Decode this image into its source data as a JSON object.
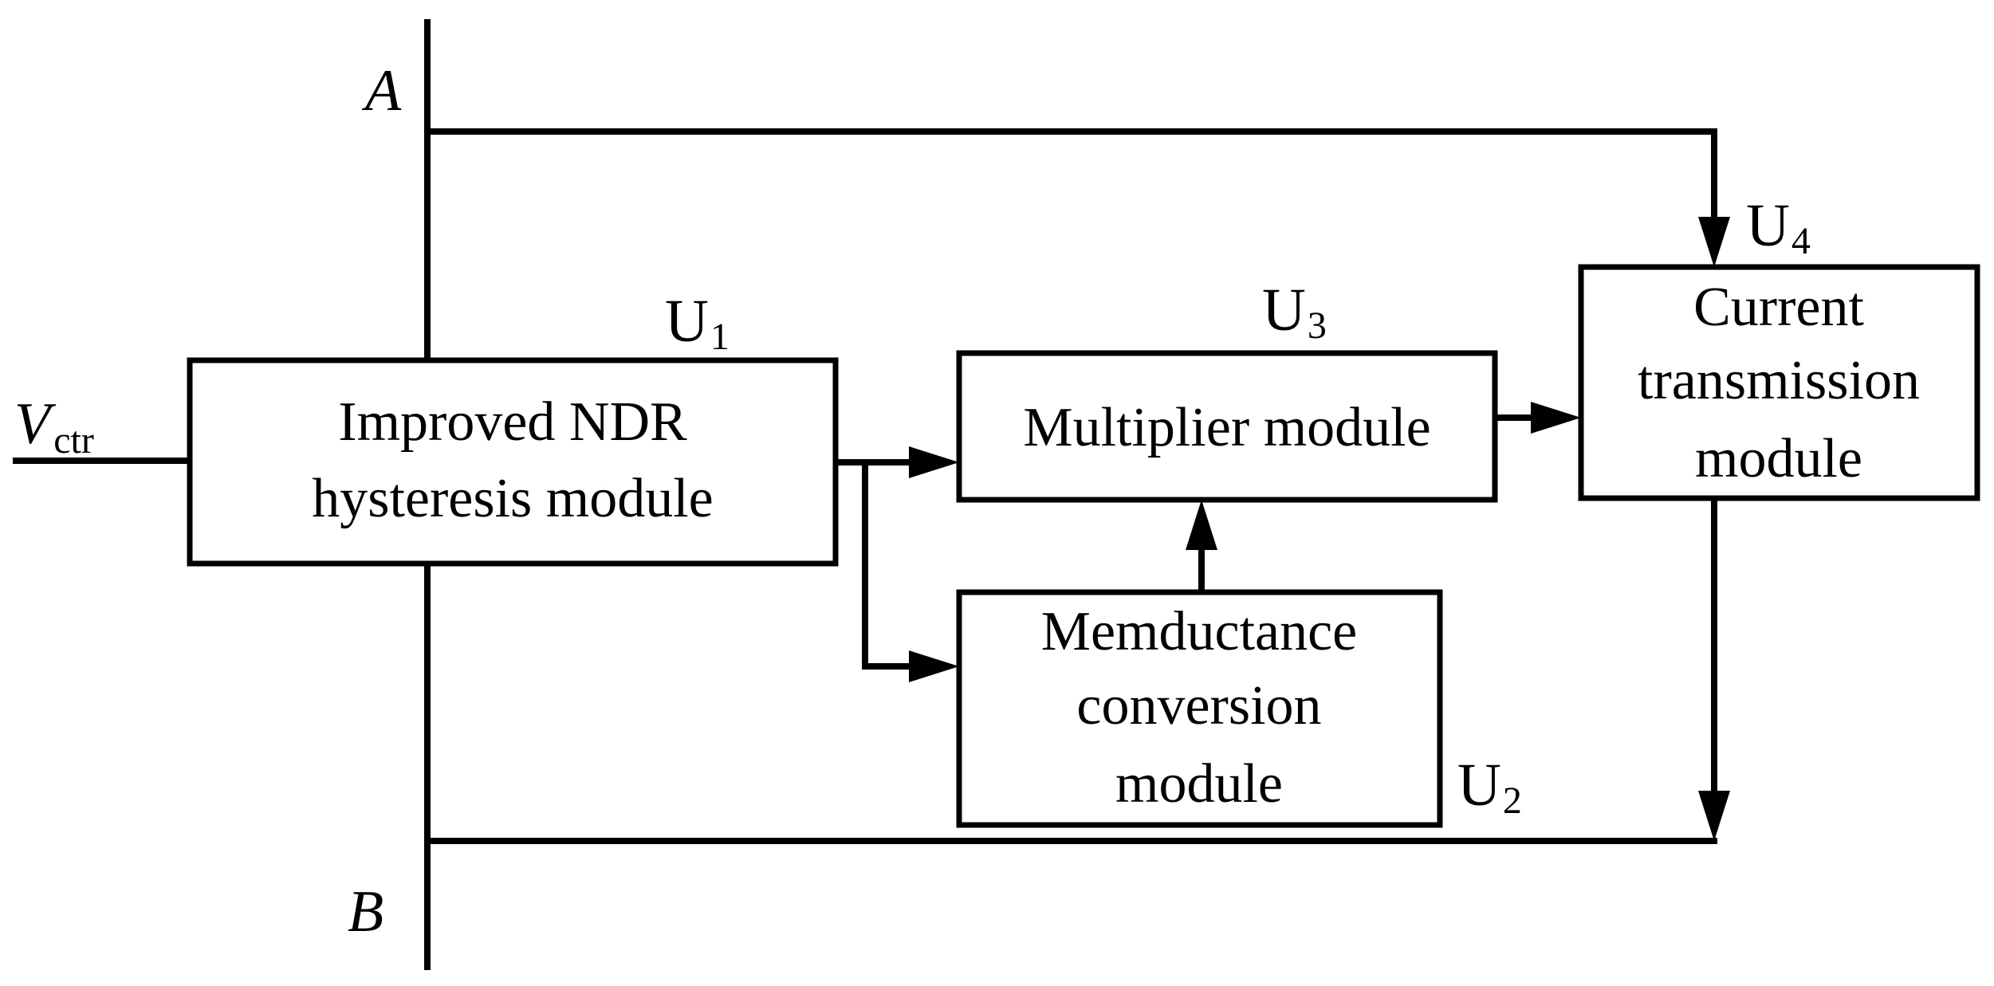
{
  "terminals": {
    "a": "A",
    "b": "B",
    "vctr": "V",
    "vctr_sub": "ctr"
  },
  "units": {
    "u1": {
      "letter": "U",
      "sub": "1"
    },
    "u2": {
      "letter": "U",
      "sub": "2"
    },
    "u3": {
      "letter": "U",
      "sub": "3"
    },
    "u4": {
      "letter": "U",
      "sub": "4"
    }
  },
  "blocks": {
    "ndr": [
      "Improved NDR",
      "hysteresis module"
    ],
    "multiplier": [
      "Multiplier module"
    ],
    "memductance": [
      "Memductance",
      "conversion",
      "module"
    ],
    "current": [
      "Current",
      "transmission",
      "module"
    ]
  }
}
